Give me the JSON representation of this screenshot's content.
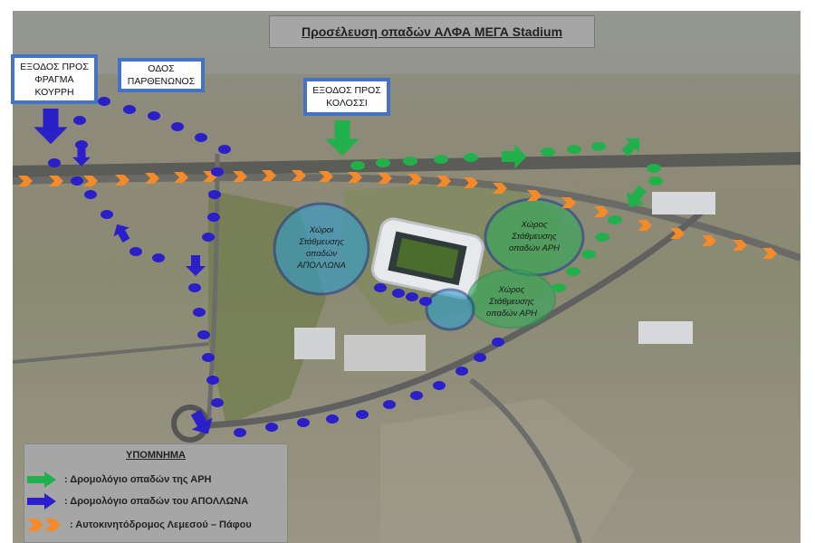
{
  "title": "Προσέλευση οπαδών ΑΛΦΑ ΜΕΓΑ Stadium",
  "labels": {
    "exit_fragma": [
      "ΕΞΟΔΟΣ ΠΡΟΣ",
      "ΦΡΑΓΜΑ",
      "ΚΟΥΡΡΗ"
    ],
    "odos_parthenonos": [
      "ΟΔΟΣ",
      "ΠΑΡΘΕΝΩΝΟΣ"
    ],
    "exit_kolossi": [
      "ΕΞΟΔΟΣ ΠΡΟΣ",
      "ΚΟΛΟΣΣΙ"
    ]
  },
  "parking": {
    "apollon": [
      "Χώροι",
      "Στάθμευσης",
      "οπαδών",
      "ΑΠΟΛΛΩΝΑ"
    ],
    "ari_1": [
      "Χώρος",
      "Στάθμευσης",
      "οπαδών ΑΡΗ"
    ],
    "ari_2": [
      "Χώρος",
      "Στάθμευσης",
      "οπαδών ΑΡΗ"
    ]
  },
  "legend": {
    "title": "ΥΠΟΜΝΗΜΑ",
    "items": [
      {
        "icon": "green-arrow",
        "text": ":  Δρομολόγιο οπαδών της ΑΡΗ"
      },
      {
        "icon": "blue-arrow",
        "text": ":  Δρομολόγιο οπαδών του ΑΠΟΛΛΩΝΑ"
      },
      {
        "icon": "orange-chevrons",
        "text": ":  Αυτοκινητόδρομος Λεμεσού – Πάφου"
      }
    ]
  },
  "colors": {
    "ari": "#22b04c",
    "apollon": "#2a1fc8",
    "highway": "#f58a2a",
    "box_border": "#4472c4"
  }
}
